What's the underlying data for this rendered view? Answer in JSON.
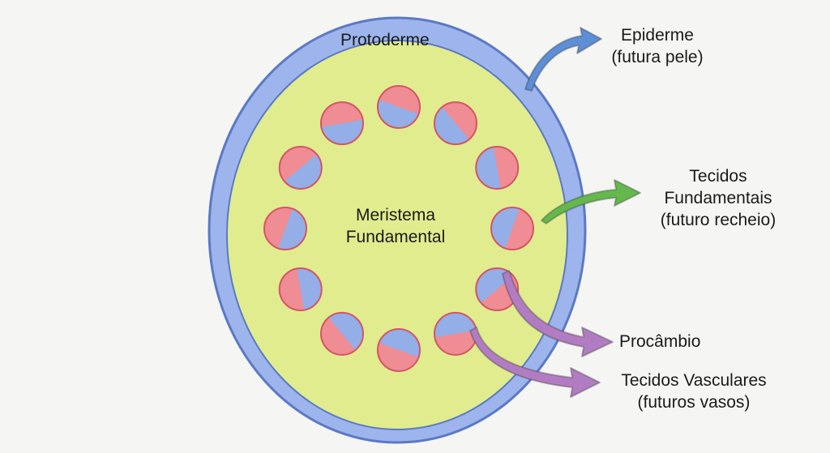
{
  "diagram": {
    "outer_label": "Protoderme",
    "inner_label": [
      "Meristema",
      "Fundamental"
    ],
    "callouts": {
      "epidermis": [
        "Epiderme",
        "(futura pele)"
      ],
      "ground": [
        "Tecidos",
        "Fundamentais",
        "(futuro recheio)"
      ],
      "procambium": [
        "Procâmbio"
      ],
      "vascular": [
        "Tecidos Vasculares",
        "(futuros vasos)"
      ]
    },
    "bundle_count": 12
  },
  "colors": {
    "background": "#f5f5f4",
    "protoderm": "#9db5ec",
    "protoderm_stroke": "#5b79c4",
    "ground_meristem": "#e1ec8e",
    "bundle_xylem": "#f08c93",
    "bundle_phloem": "#94aee8",
    "bundle_stroke": "#d45566",
    "arrow_blue": "#5d8ed6",
    "arrow_green": "#64b84d",
    "arrow_purple": "#b27cc2"
  }
}
